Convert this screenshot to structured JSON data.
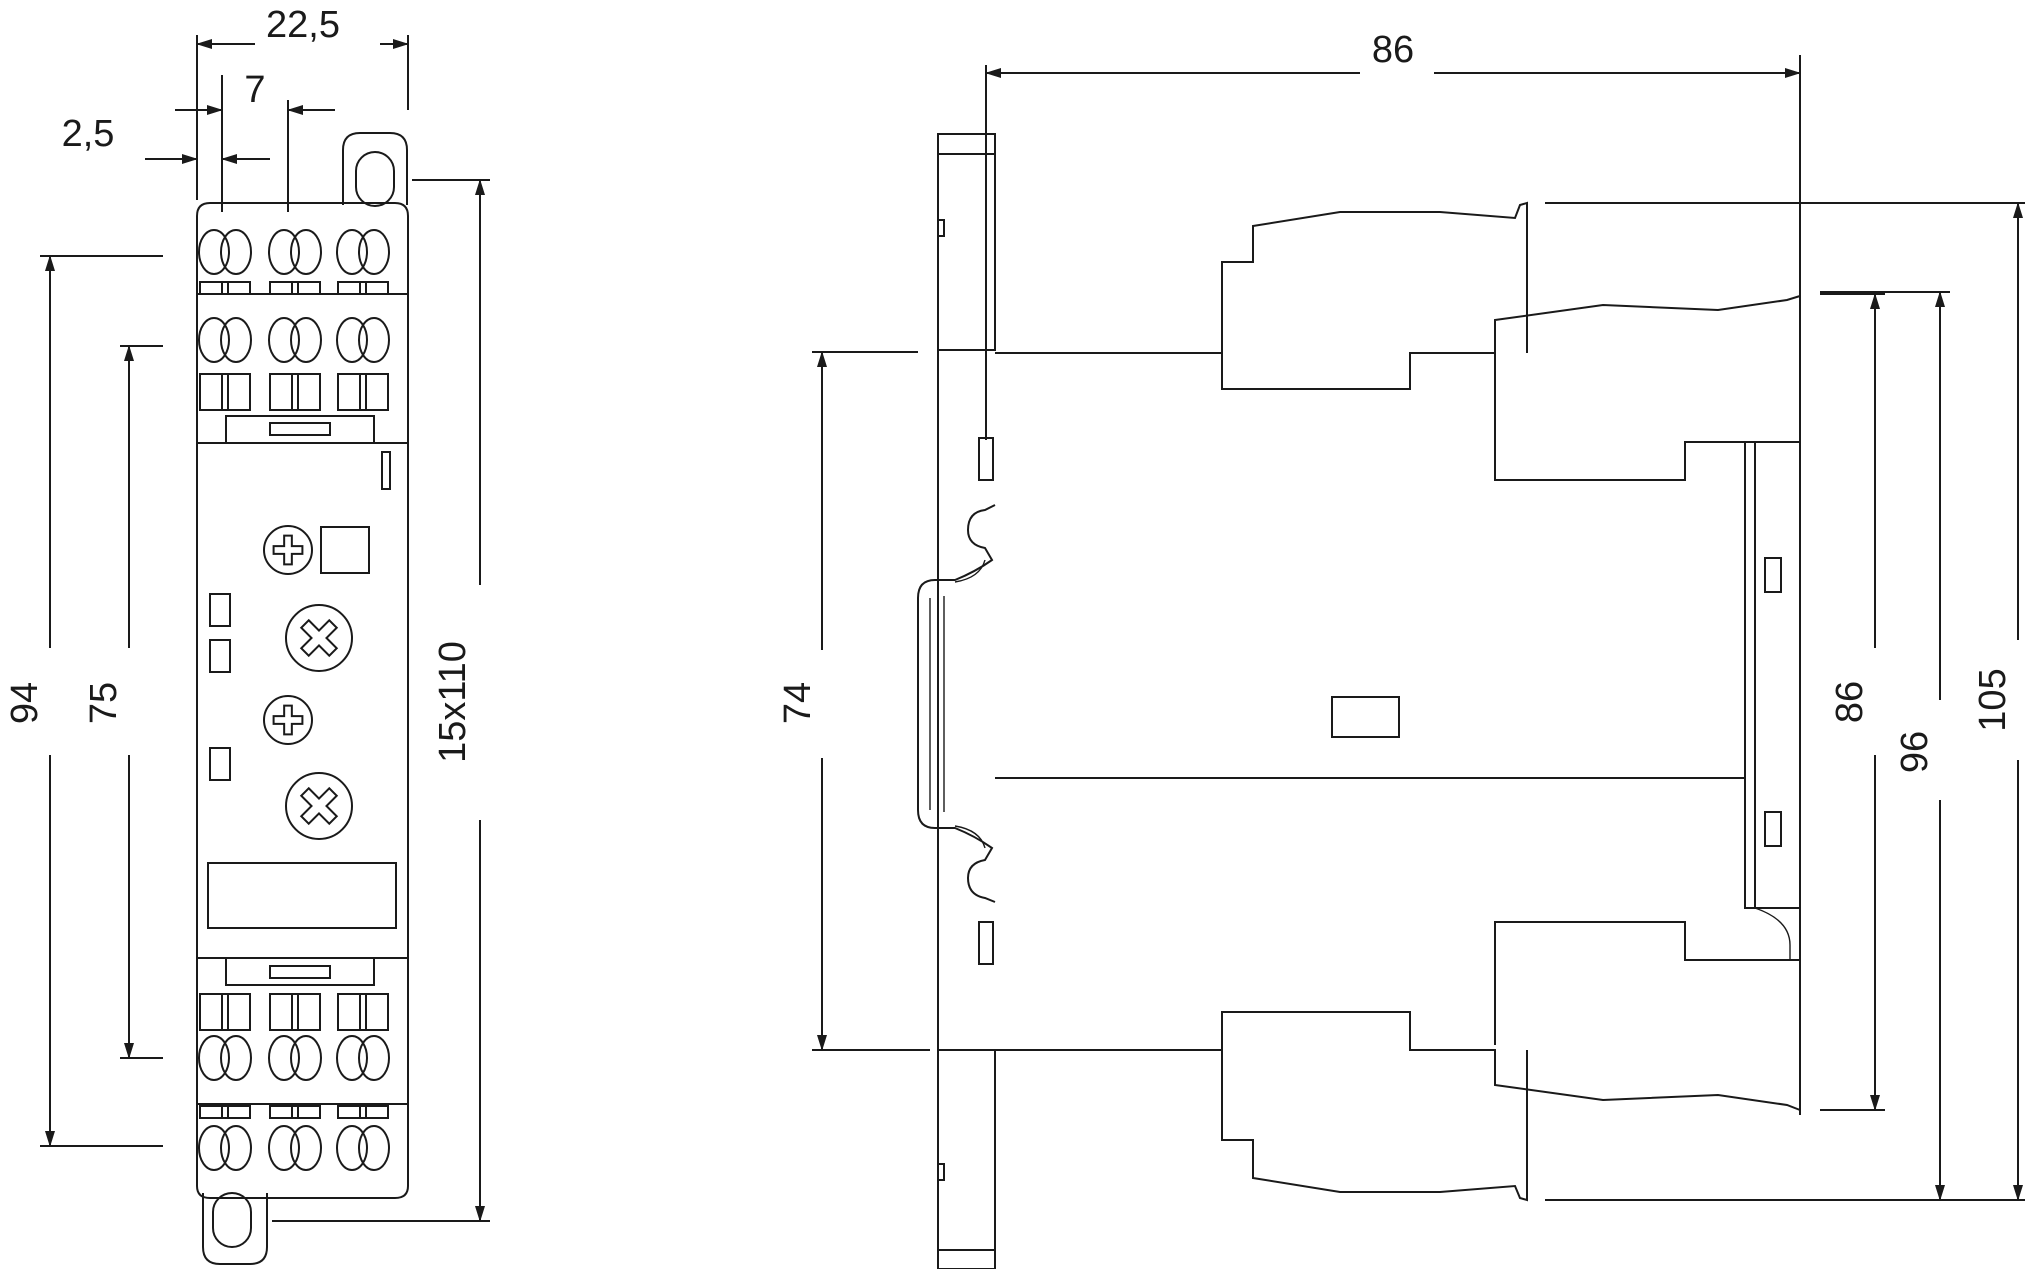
{
  "front_view": {
    "dim_width": "22,5",
    "dim_pitch": "7",
    "dim_offset": "2,5",
    "dim_height_outer": "94",
    "dim_height_inner": "75",
    "dim_label_size": "15x110"
  },
  "side_view": {
    "dim_depth": "86",
    "dim_rail": "74",
    "dim_h1": "86",
    "dim_h2": "96",
    "dim_h3": "105"
  },
  "colors": {
    "line": "#1a1a1a",
    "background": "#ffffff"
  }
}
